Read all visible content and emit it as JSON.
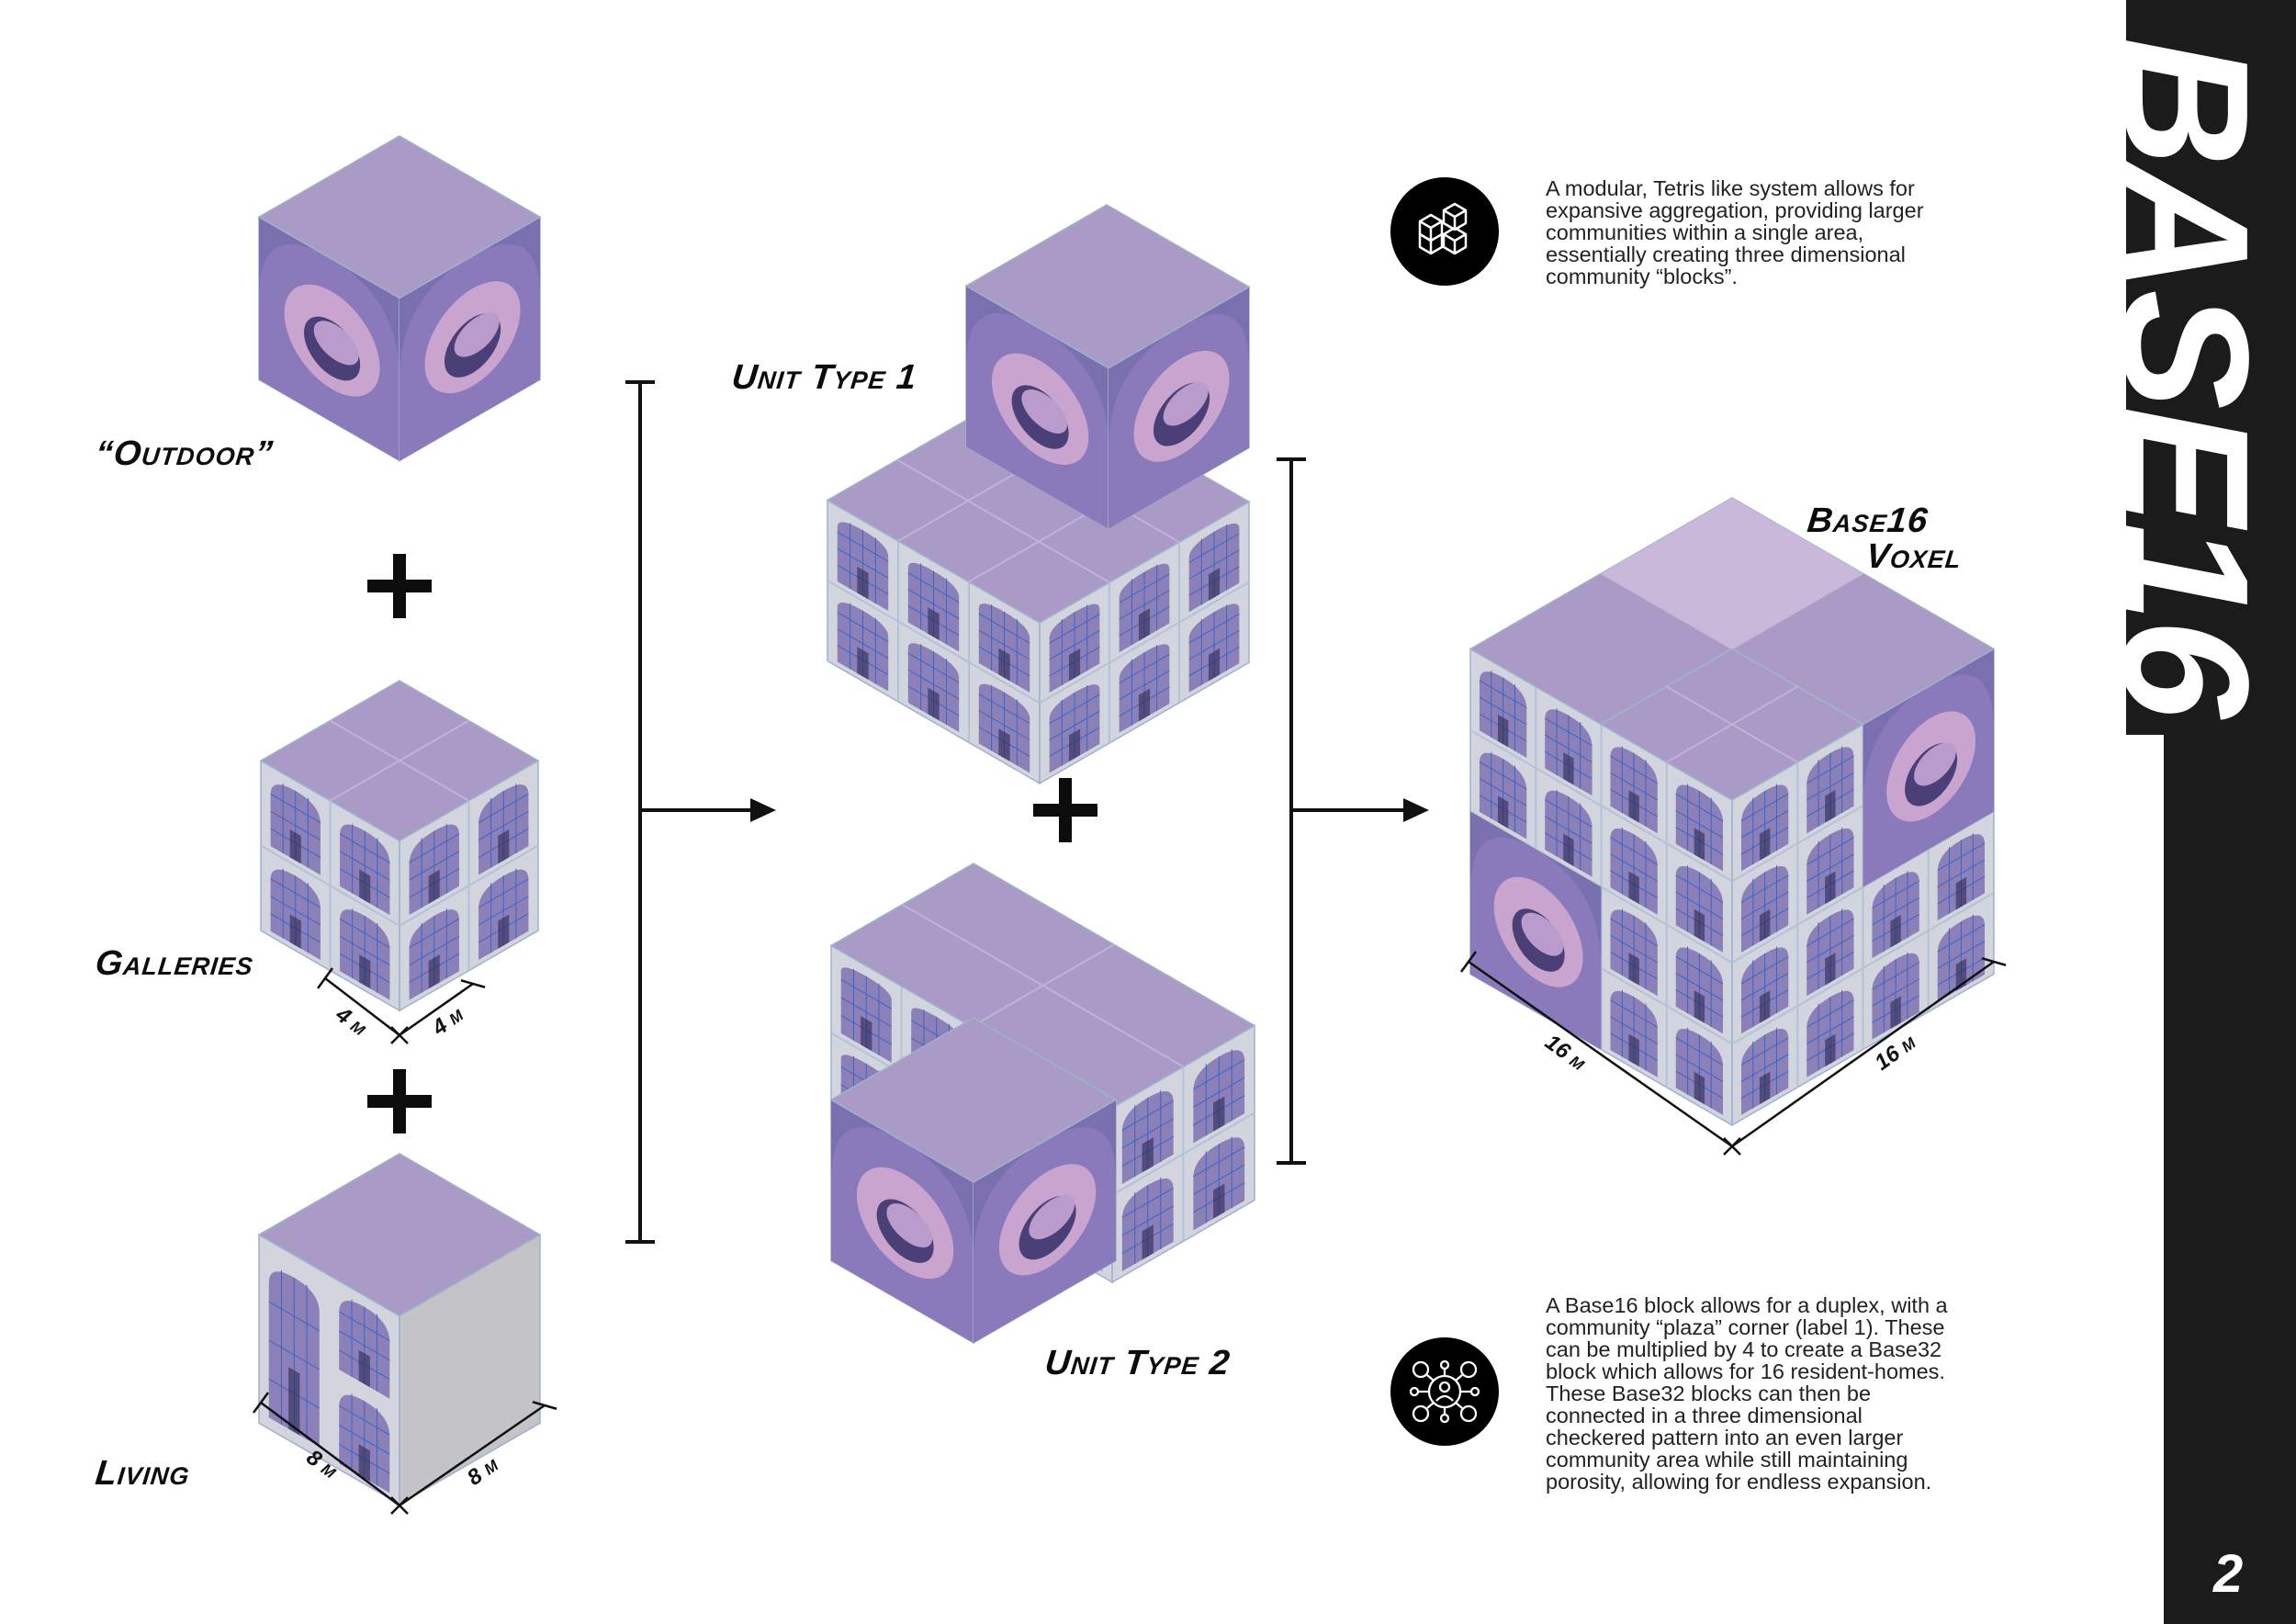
{
  "title": "BASE16",
  "page_number": "2",
  "labels": {
    "outdoor": "“Outdoor”",
    "galleries": "Galleries",
    "living": "Living",
    "unit_type_1": "Unit Type 1",
    "unit_type_2": "Unit Type 2",
    "voxel_line1": "Base16",
    "voxel_line2": "Voxel"
  },
  "dimensions": {
    "galleries_left": "4 m",
    "galleries_right": "4 m",
    "living_left": "8 m",
    "living_right": "8 m",
    "voxel_left": "16 m",
    "voxel_right": "16 m"
  },
  "operators": {
    "plus": "+"
  },
  "descriptions": [
    {
      "icon": "stacked-cubes-icon",
      "lines": [
        "A modular, Tetris like system allows for",
        "expansive aggregation, providing larger",
        "communities within a single area,",
        "essentially creating three dimensional",
        "community “blocks”."
      ]
    },
    {
      "icon": "community-network-icon",
      "lines": [
        "A Base16 block allows for a duplex, with a",
        "community “plaza” corner (label 1). These",
        "can be multiplied by 4 to create a Base32",
        "block which allows for 16 resident-homes.",
        "These Base32 blocks can then be",
        "connected in a three dimensional",
        "checkered pattern into an even larger",
        "community area while still maintaining",
        "porosity, allowing for endless expansion."
      ]
    }
  ],
  "colors": {
    "top": "#a99ac6",
    "top_light": "#c9b8da",
    "outdoor_face": "#7a70b0",
    "outdoor_ring": "#c8a4cf",
    "gallery_face": "#d2d5dd",
    "window": "#8c80b8",
    "mullion": "#3f63c4",
    "bar": "#1b1b1b"
  }
}
